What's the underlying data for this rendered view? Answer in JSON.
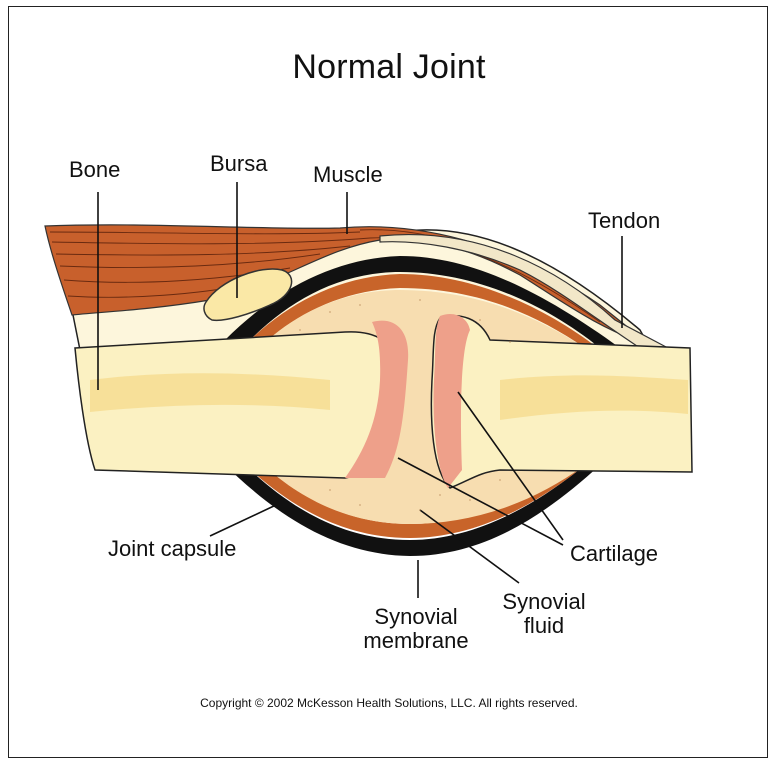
{
  "title": "Normal Joint",
  "labels": {
    "bone": "Bone",
    "bursa": "Bursa",
    "muscle": "Muscle",
    "tendon": "Tendon",
    "joint_capsule": "Joint capsule",
    "cartilage": "Cartilage",
    "synovial_membrane_line1": "Synovial",
    "synovial_membrane_line2": "membrane",
    "synovial_fluid_line1": "Synovial",
    "synovial_fluid_line2": "fluid"
  },
  "copyright": "Copyright © 2002 McKesson Health Solutions, LLC. All rights reserved.",
  "colors": {
    "muscle": "#c8602c",
    "bone": "#fbf1c2",
    "bone_marrow": "#f6dc8e",
    "cartilage": "#eea08a",
    "capsule": "#111111",
    "synovial_membrane": "#c8642a",
    "synovial_fluid": "#f7ddb0",
    "bursa": "#fae8a6"
  }
}
